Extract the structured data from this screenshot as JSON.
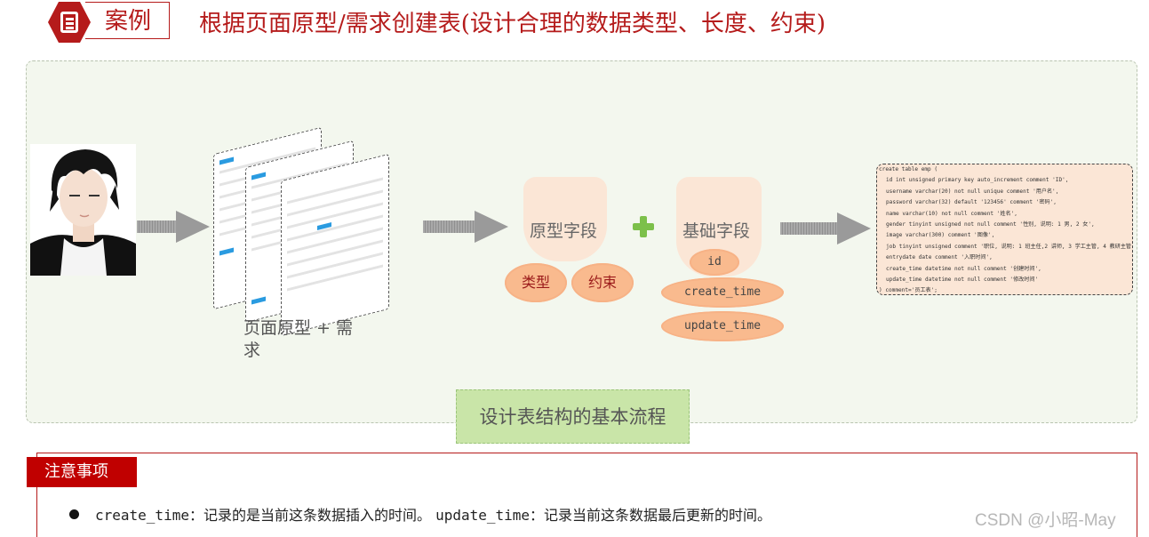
{
  "header": {
    "tag": "案例",
    "title": "根据页面原型/需求创建表(设计合理的数据类型、长度、约束)"
  },
  "diagram": {
    "prototype_caption": "页面原型 + 需求",
    "prototype_fields": {
      "title": "原型字段",
      "items": [
        "类型",
        "约束"
      ]
    },
    "base_fields": {
      "title": "基础字段",
      "items": [
        "id",
        "create_time",
        "update_time"
      ]
    },
    "sql": [
      "create table emp (",
      "  id int unsigned primary key auto_increment comment 'ID',",
      "  username varchar(20) not null unique comment '用户名',",
      "  password varchar(32) default '123456' comment '密码',",
      "  name varchar(10) not null comment '姓名',",
      "  gender tinyint unsigned not null comment '性别, 说明: 1 男, 2 女',",
      "  image varchar(300) comment '图像',",
      "  job tinyint unsigned comment '职位, 说明: 1 班主任,2 讲师, 3 学工主管, 4 教研主管',",
      "  entrydate date comment '入职时间',",
      "  create_time datetime not null comment '创建时间',",
      "  update_time datetime not null comment '修改时间'",
      ") comment='员工表';"
    ],
    "flow_label": "设计表结构的基本流程"
  },
  "notes": {
    "tag": "注意事项",
    "line": {
      "k1": "create_time",
      "t1": "：记录的是当前这条数据插入的时间。 ",
      "k2": "update_time",
      "t2": "：记录当前这条数据最后更新的时间。"
    }
  },
  "watermark": "CSDN @小昭-May",
  "colors": {
    "accent": "#b51b1b",
    "panel_bg": "#f3f7ee",
    "card_bg": "#fbe6d6",
    "cloud": "#f9ba8e",
    "flow_box": "#c9e5a8",
    "plus": "#7cc04a"
  }
}
